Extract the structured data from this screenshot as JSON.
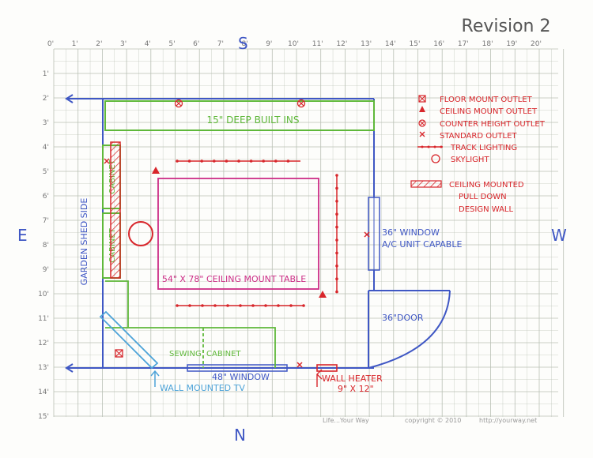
{
  "title": "Revision 2",
  "scale": {
    "x_labels": [
      "0'",
      "1'",
      "2'",
      "3'",
      "4'",
      "5'",
      "6'",
      "7'",
      "8'",
      "9'",
      "10'",
      "11'",
      "12'",
      "13'",
      "14'",
      "15'",
      "16'",
      "17'",
      "18'",
      "19'",
      "20'"
    ],
    "y_labels": [
      "1'",
      "2'",
      "3'",
      "4'",
      "5'",
      "6'",
      "7'",
      "8'",
      "9'",
      "10'",
      "11'",
      "12'",
      "13'",
      "14'",
      "15'"
    ]
  },
  "compass": {
    "north": "N",
    "south": "S",
    "east": "E",
    "west": "W"
  },
  "labels": {
    "builtins": "15\" DEEP BUILT INS",
    "table": "54\" X 78\" CEILING MOUNT TABLE",
    "cabinet": "CABINET",
    "garden": "GARDEN SHED SIDE",
    "window_east_1": "36\" WINDOW",
    "window_east_2": "A/C UNIT CAPABLE",
    "door": "36\"DOOR",
    "sewing_1": "SEWING",
    "sewing_2": "CABINET",
    "window_south": "48\" WINDOW",
    "tv": "WALL MOUNTED TV",
    "heater_1": "WALL HEATER",
    "heater_2": "9\" X 12\""
  },
  "legend": [
    {
      "label": "FLOOR MOUNT OUTLET",
      "symbol": "floor-outlet"
    },
    {
      "label": "CEILING MOUNT OUTLET",
      "symbol": "ceiling-outlet"
    },
    {
      "label": "COUNTER HEIGHT OUTLET",
      "symbol": "counter-outlet"
    },
    {
      "label": "STANDARD OUTLET",
      "symbol": "standard-outlet"
    },
    {
      "label": "TRACK LIGHTING",
      "symbol": "track-lighting"
    },
    {
      "label": "SKYLIGHT",
      "symbol": "skylight"
    }
  ],
  "legend_design_wall": [
    "CEILING MOUNTED",
    "PULL DOWN",
    "DESIGN WALL"
  ],
  "footer": {
    "left": "Life...Your Way",
    "center": "copyright © 2010",
    "right": "http://yourway.net"
  },
  "colors": {
    "wall": "#3f57c4",
    "green": "#5fb83a",
    "red": "#d8262b",
    "magenta": "#cc2d86",
    "grid": "#b9c0b5",
    "label": "#777777"
  }
}
